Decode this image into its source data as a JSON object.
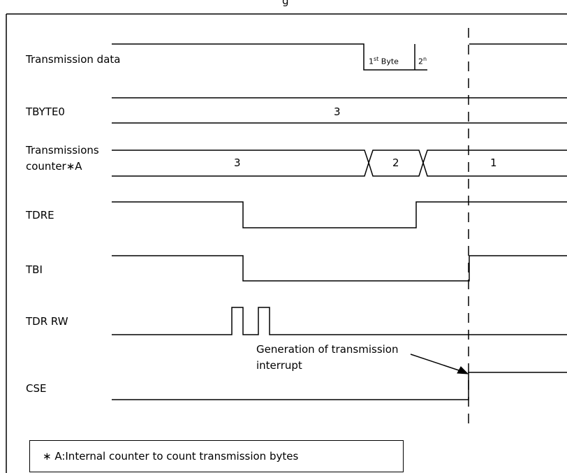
{
  "title_partial": "g",
  "signals": {
    "transmission_data": {
      "label": "Transmission data",
      "byte1": "1",
      "byte1_sup": "st",
      "byte1_rest": " Byte",
      "byte2": "2",
      "byte2_sup": "n"
    },
    "tbyte0": {
      "label": "TBYTE0",
      "value": "3"
    },
    "counter": {
      "label_line1": "Transmissions",
      "label_line2": "counter∗A",
      "values": [
        "3",
        "2",
        "1"
      ]
    },
    "tdre": {
      "label": "TDRE"
    },
    "tbi": {
      "label": "TBI"
    },
    "tdr_rw": {
      "label": "TDR RW"
    },
    "cse": {
      "label": "CSE"
    }
  },
  "annotation": {
    "line1": "Generation of transmission",
    "line2": "interrupt"
  },
  "note": "∗ A:Internal counter to count transmission bytes"
}
